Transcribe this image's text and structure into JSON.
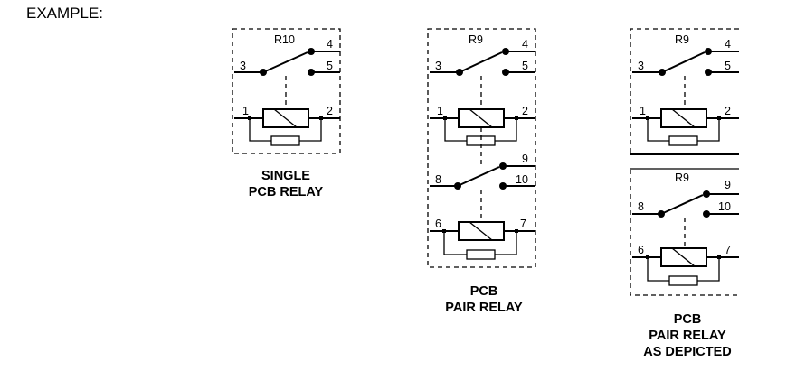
{
  "heading": "EXAMPLE:",
  "single": {
    "relay_label": "R10",
    "switch_pins": [
      "3",
      "4",
      "5"
    ],
    "coil_pins": [
      "1",
      "2"
    ],
    "caption": [
      "SINGLE",
      "PCB RELAY"
    ]
  },
  "pair": {
    "relay_label": "R9",
    "switch_a_pins": [
      "3",
      "4",
      "5"
    ],
    "coil_a_pins": [
      "1",
      "2"
    ],
    "switch_b_pins": [
      "8",
      "9",
      "10"
    ],
    "coil_b_pins": [
      "6",
      "7"
    ],
    "caption": [
      "PCB",
      "PAIR RELAY"
    ]
  },
  "depicted": {
    "top_label": "R9",
    "switch_a_pins": [
      "3",
      "4",
      "5"
    ],
    "coil_a_pins": [
      "1",
      "2"
    ],
    "bottom_label": "R9",
    "switch_b_pins": [
      "8",
      "9",
      "10"
    ],
    "coil_b_pins": [
      "6",
      "7"
    ],
    "caption": [
      "PCB",
      "PAIR RELAY",
      "AS DEPICTED"
    ]
  }
}
